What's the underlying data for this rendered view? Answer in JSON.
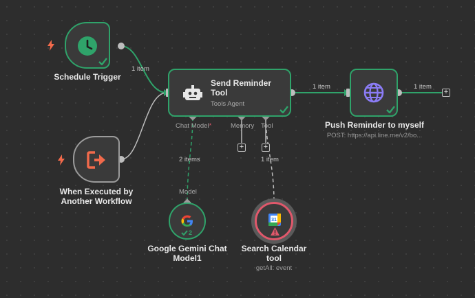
{
  "edges": {
    "trigger_to_agent": "1 item",
    "agent_to_push": "1 item",
    "push_to_next": "1 item",
    "model_to_agent": "2 items",
    "tool_to_agent": "1 item"
  },
  "nodes": {
    "schedule": {
      "title": "Schedule Trigger"
    },
    "executed": {
      "title_line1": "When Executed by",
      "title_line2": "Another Workflow"
    },
    "agent": {
      "title_line1": "Send Reminder",
      "title_line2": "Tool",
      "subtitle": "Tools Agent"
    },
    "push": {
      "title": "Push Reminder to myself",
      "subtitle": "POST: https://api.line.me/v2/bo..."
    },
    "gemini": {
      "title_line1": "Google Gemini Chat",
      "title_line2": "Model1",
      "run_count": "2"
    },
    "calendar": {
      "title_line1": "Search Calendar",
      "title_line2": "tool",
      "subtitle": "getAll: event",
      "calendar_day": "31"
    }
  },
  "ports": {
    "chat_model": "Chat Model",
    "required_mark": "*",
    "memory": "Memory",
    "tool": "Tool",
    "model": "Model"
  },
  "colors": {
    "success": "#2fa36a",
    "warning": "#e0586b",
    "accent_orange": "#f26a4b",
    "globe_purple": "#8b7cf6"
  }
}
